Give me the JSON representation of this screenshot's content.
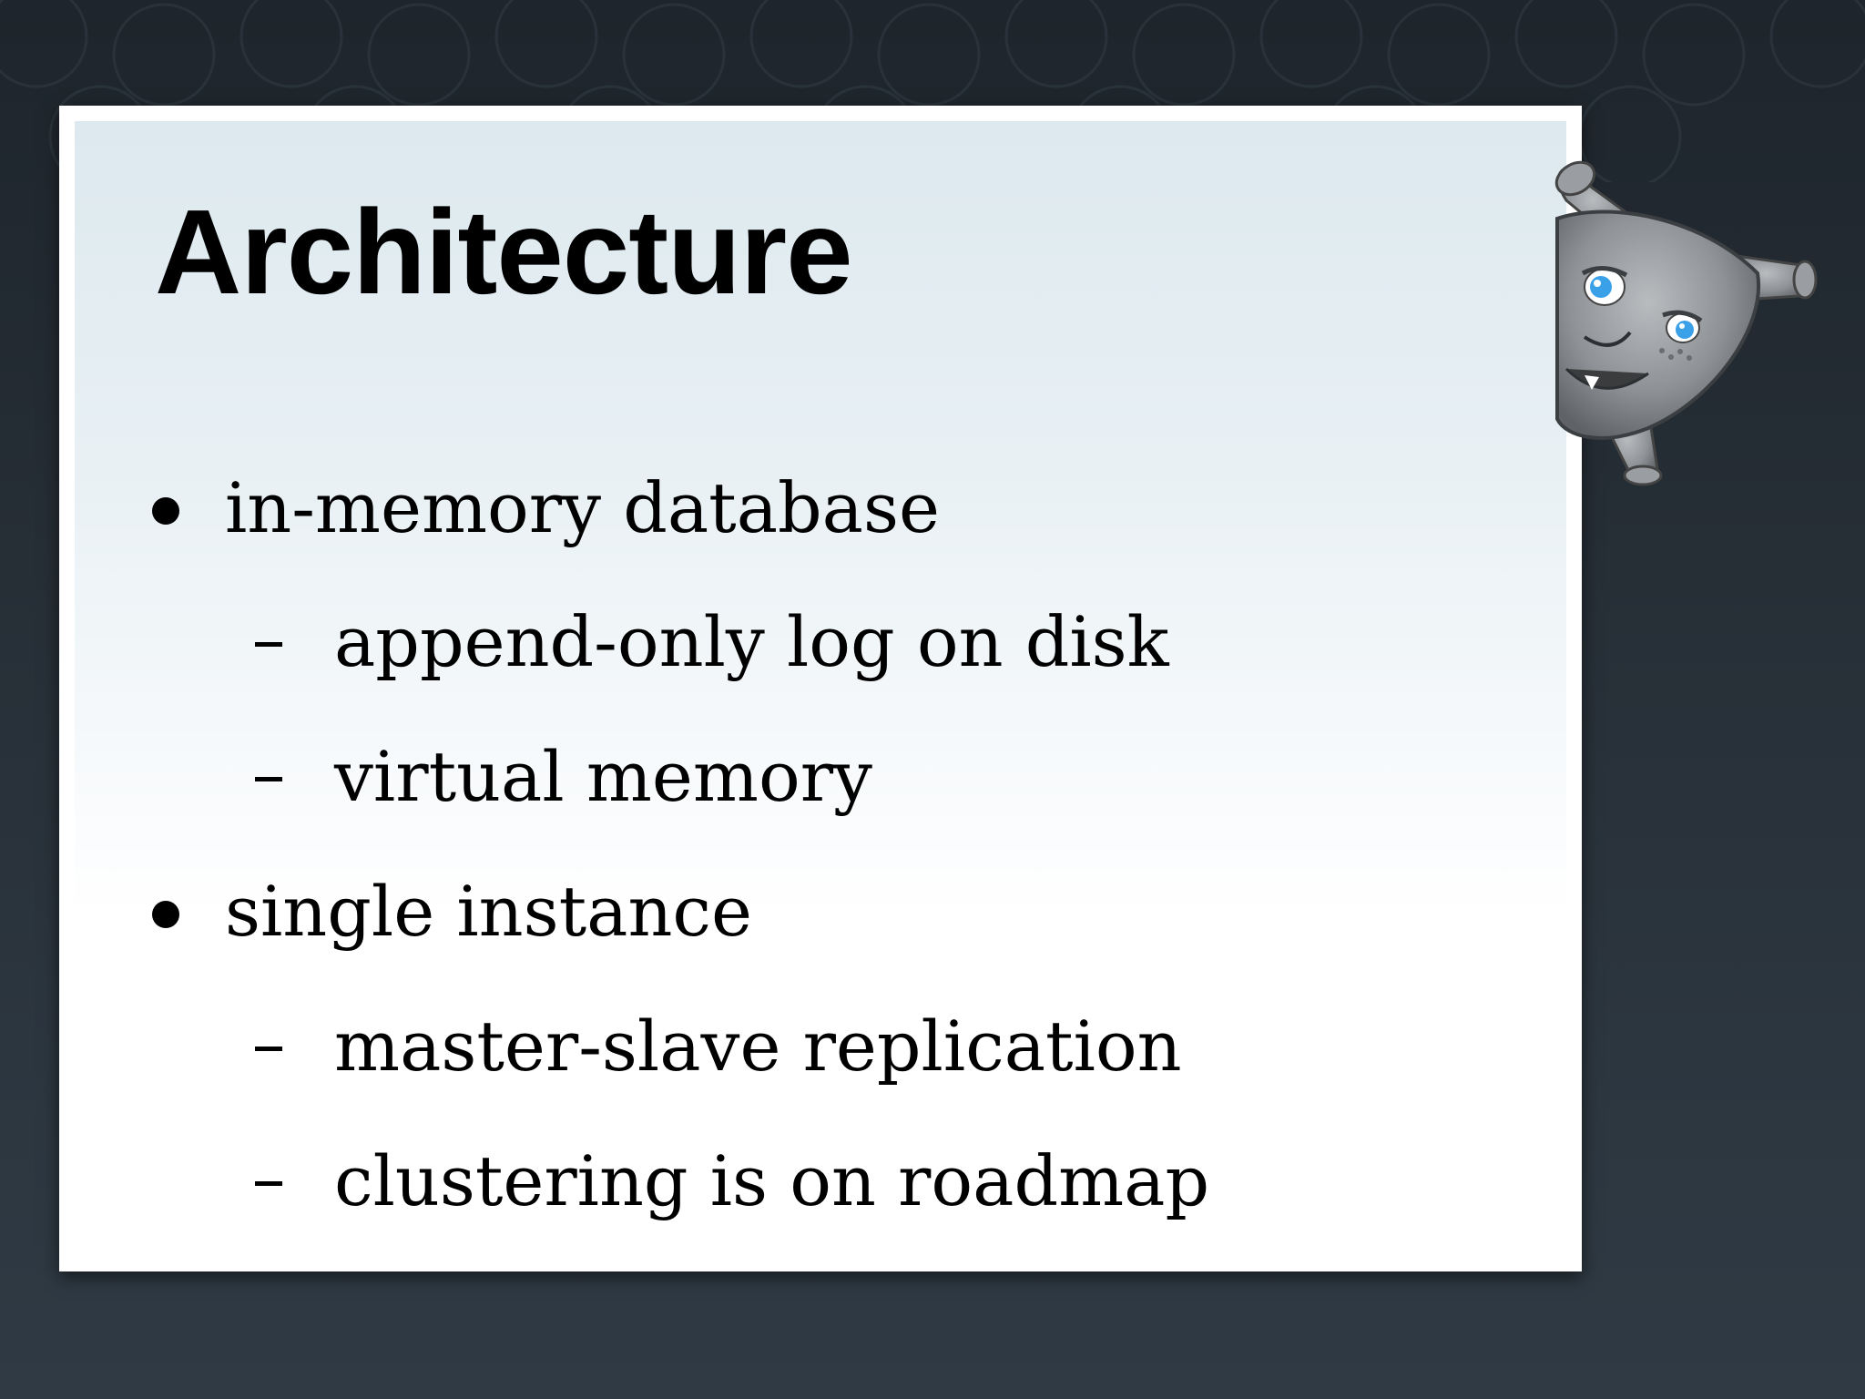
{
  "slide": {
    "title": "Architecture",
    "items": [
      {
        "level": 1,
        "text": "in-memory database"
      },
      {
        "level": 2,
        "text": "append-only log on disk"
      },
      {
        "level": 2,
        "text": "virtual memory"
      },
      {
        "level": 1,
        "text": "single instance"
      },
      {
        "level": 2,
        "text": "master-slave replication"
      },
      {
        "level": 2,
        "text": "clustering is on roadmap"
      }
    ]
  },
  "mascot": {
    "icon": "cartoon-creature-mascot-icon"
  },
  "colors": {
    "background": "#262e36",
    "card": "#ffffff",
    "text": "#000000",
    "mascot_eye": "#3aa0e8"
  }
}
